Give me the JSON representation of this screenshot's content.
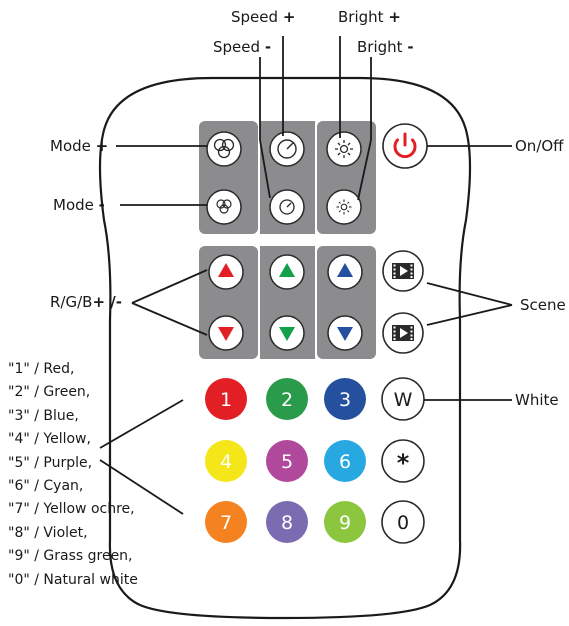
{
  "labels": {
    "speed_plus": {
      "text": "Speed",
      "sign": "+"
    },
    "speed_minus": {
      "text": "Speed",
      "sign": "-"
    },
    "bright_plus": {
      "text": "Bright",
      "sign": "+"
    },
    "bright_minus": {
      "text": "Bright",
      "sign": "-"
    },
    "mode_plus": {
      "text": "Mode",
      "sign": "+"
    },
    "mode_minus": {
      "text": "Mode",
      "sign": "-"
    },
    "on_off": "On/Off",
    "rgb": {
      "text": "R/G/B",
      "sign": "+ /-"
    },
    "scene": "Scene",
    "white": "White"
  },
  "legend": [
    "\"1\" / Red,",
    "\"2\" / Green,",
    "\"3\" / Blue,",
    "\"4\" / Yellow,",
    "\"5\" / Purple,",
    "\"6\" / Cyan,",
    "\"7\" / Yellow ochre,",
    "\"8\" / Violet,",
    "\"9\" / Grass green,",
    "\"0\" / Natural white"
  ],
  "number_buttons": [
    {
      "label": "1",
      "color": "#e31f26"
    },
    {
      "label": "2",
      "color": "#2a9b4b"
    },
    {
      "label": "3",
      "color": "#25509e"
    },
    {
      "label": "4",
      "color": "#f5e61a"
    },
    {
      "label": "5",
      "color": "#b0489b"
    },
    {
      "label": "6",
      "color": "#27a8e0"
    },
    {
      "label": "7",
      "color": "#f58220"
    },
    {
      "label": "8",
      "color": "#7b6bb0"
    },
    {
      "label": "9",
      "color": "#8cc63f"
    },
    {
      "label": "0",
      "color": "#ffffff"
    }
  ],
  "side_buttons": {
    "white": "W",
    "star": "*"
  },
  "colors": {
    "panel_gray": "#8c8c8e",
    "arrow_red": "#e31f26",
    "arrow_green": "#13a04a",
    "arrow_blue": "#25509e",
    "power_red": "#e31f26"
  }
}
